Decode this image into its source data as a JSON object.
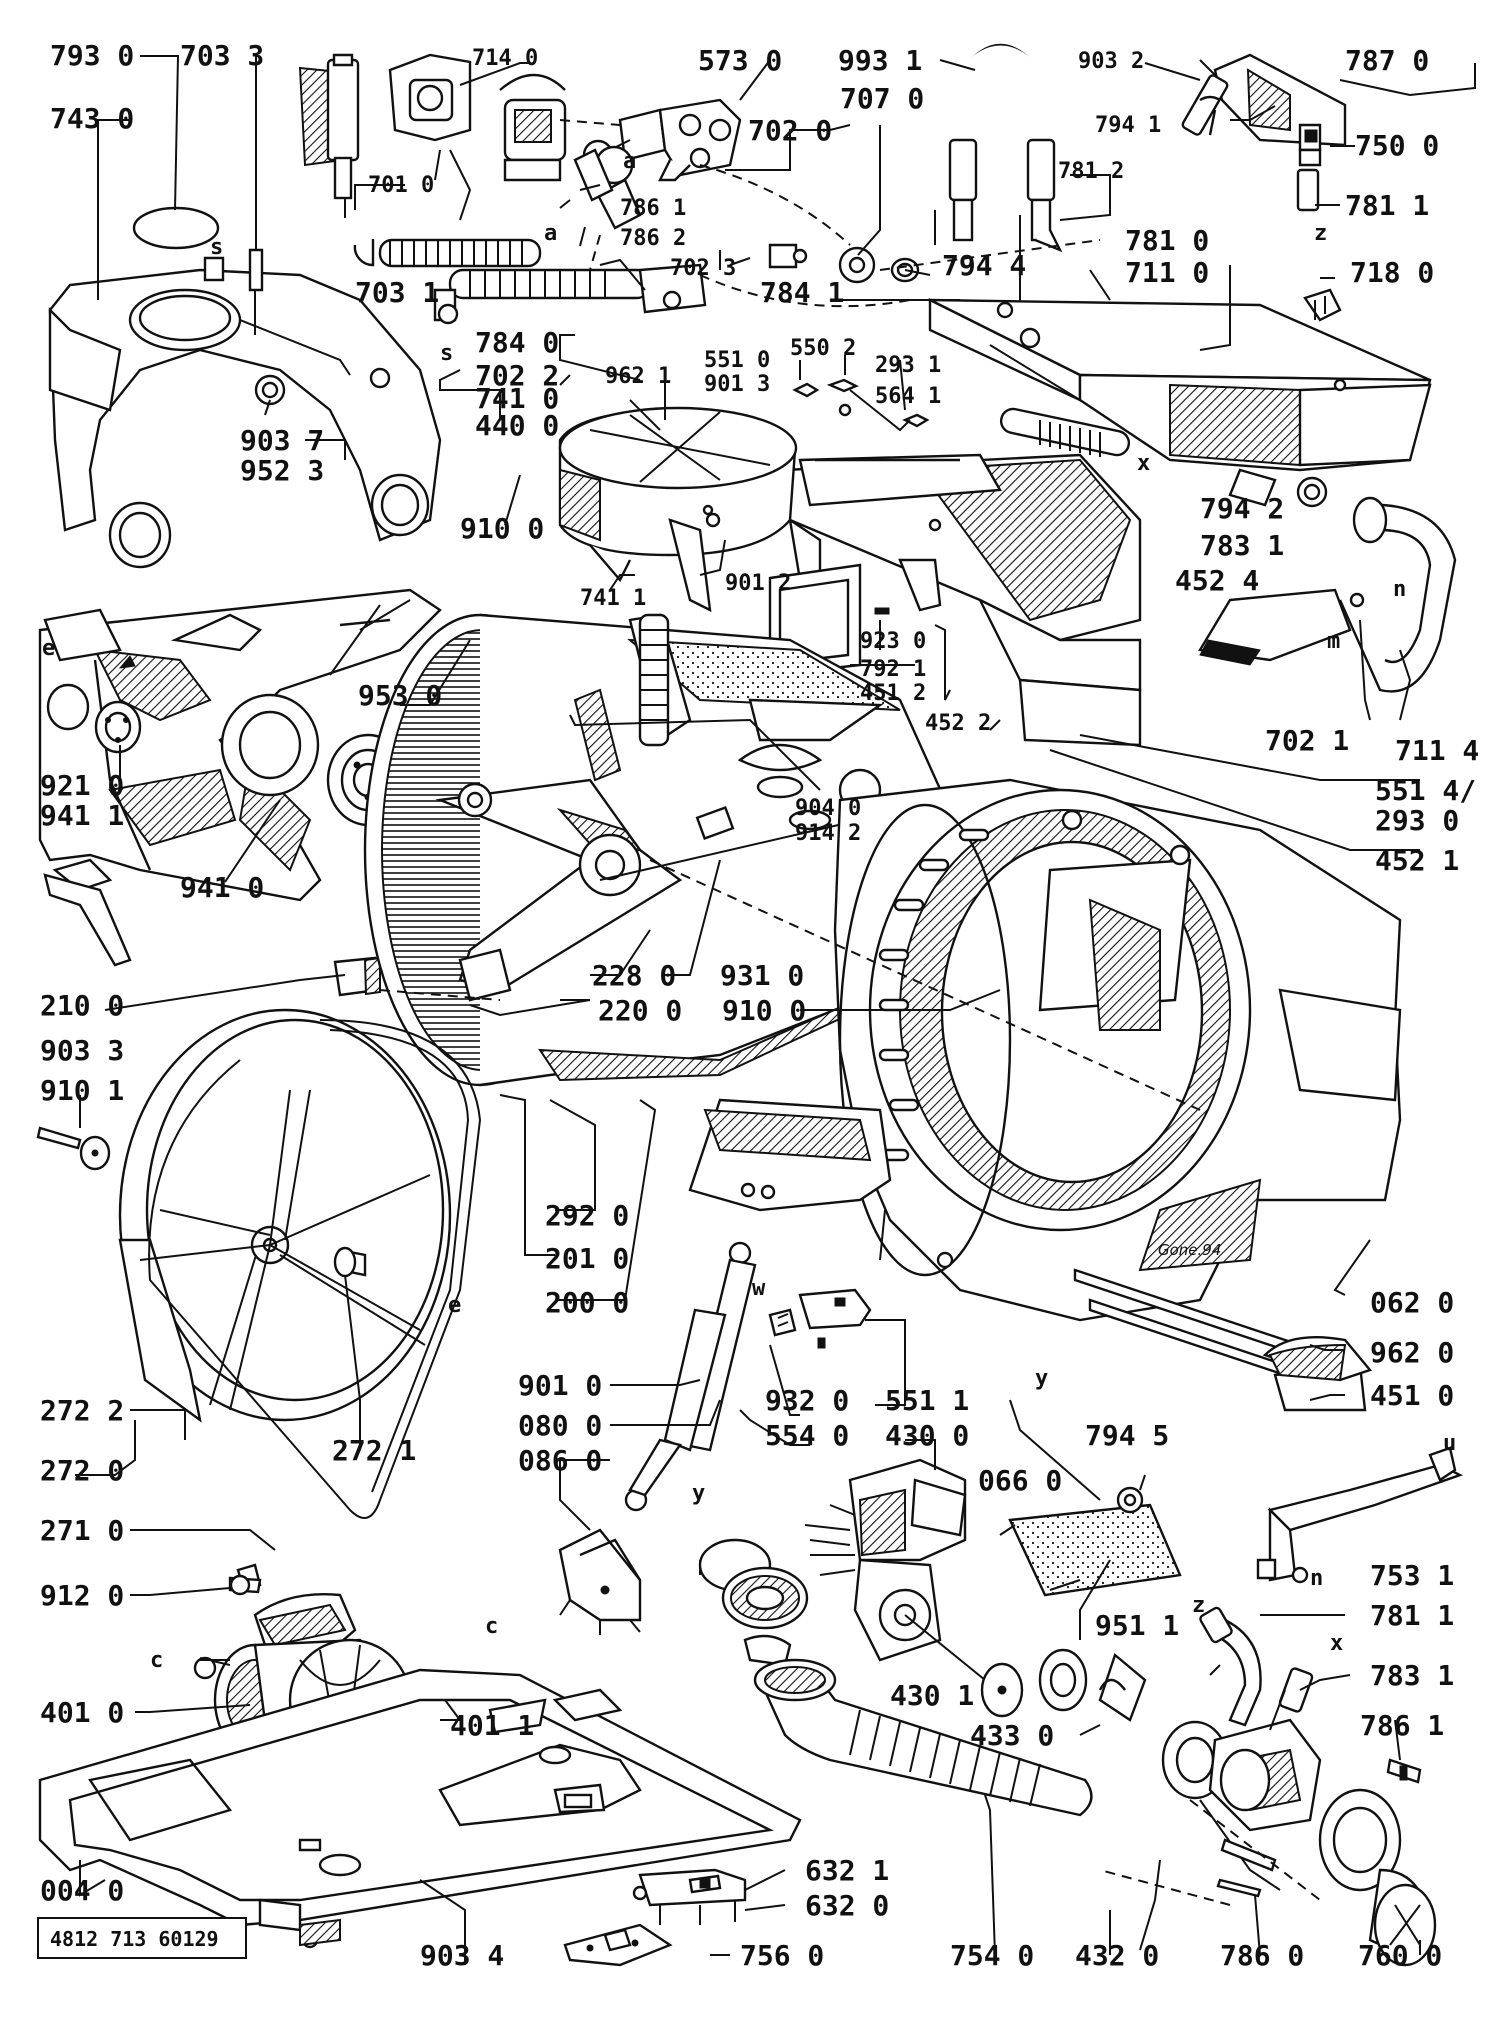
{
  "diagram_code": "4812 713 60129",
  "signature": "Gone.94",
  "letters": {
    "a": "a",
    "s": "s",
    "x": "x",
    "z": "z",
    "n": "n",
    "m": "m",
    "e": "e",
    "y": "y",
    "w": "w",
    "c": "c",
    "u": "u"
  },
  "labels": {
    "l7930": "793 0",
    "l7033": "703 3",
    "l7140": "714 0",
    "l5730": "573 0",
    "l9931": "993 1",
    "l9032": "903 2",
    "l7870": "787 0",
    "l7430": "743 0",
    "l7070": "707 0",
    "l7941": "794 1",
    "l7500": "750 0",
    "l7020": "702 0",
    "l7812": "781 2",
    "l7811": "781 1",
    "l7010": "701 0",
    "l7861": "786 1",
    "l7862": "786 2",
    "l7023": "702 3",
    "l7944": "794 4",
    "l7810": "781 0",
    "l7110": "711 0",
    "l7180": "718 0",
    "l7031": "703 1",
    "l7841": "784 1",
    "l7840": "784 0",
    "l7022": "702 2",
    "l5510": "551 0",
    "l5502": "550 2",
    "l2931": "293 1",
    "l9621": "962 1",
    "l9013": "901 3",
    "l5641": "564 1",
    "l7410": "741 0",
    "l4400": "440 0",
    "l9037": "903 7",
    "l9523": "952 3",
    "l7942": "794 2",
    "l7831": "783 1",
    "l9100": "910 0",
    "l7411": "741 1",
    "l9012": "901 2",
    "l4524": "452 4",
    "l9230": "923 0",
    "l7921": "792 1",
    "l4512": "451 2",
    "l9530": "953 0",
    "l4522": "452 2",
    "l7021": "702 1",
    "l7114": "711 4",
    "l9210": "921 0",
    "l9411": "941 1",
    "l5514": "551 4/",
    "l2930": "293 0",
    "l9040": "904 0",
    "l9142": "914 2",
    "l4521": "452 1",
    "l9410": "941 0",
    "l2280": "228 0",
    "l9310": "931 0",
    "l2100": "210 0",
    "l2200": "220 0",
    "l9100b": "910 0",
    "l9033": "903 3",
    "l9101": "910 1",
    "l2920": "292 0",
    "l2010": "201 0",
    "l2000": "200 0",
    "l0620": "062 0",
    "l9620": "962 0",
    "l4510": "451 0",
    "l2722": "272 2",
    "l2721": "272 1",
    "l9010": "901 0",
    "l9320": "932 0",
    "l5511": "551 1",
    "l0800": "080 0",
    "l5540": "554 0",
    "l4300": "430 0",
    "l7945": "794 5",
    "l2720": "272 0",
    "l0860": "086 0",
    "l0660": "066 0",
    "l2710": "271 0",
    "l7531": "753 1",
    "l9120": "912 0",
    "l7811b": "781 1",
    "l9511": "951 1",
    "l7833": "783 1",
    "l4010": "401 0",
    "l4011": "401 1",
    "l4301": "430 1",
    "l4330": "433 0",
    "l7861b": "786 1",
    "l6321": "632 1",
    "l6320": "632 0",
    "l0040": "004 0",
    "l9034": "903 4",
    "l7560": "756 0",
    "l7540": "754 0",
    "l4320": "432 0",
    "l7860": "786 0",
    "l7600": "760 0"
  }
}
